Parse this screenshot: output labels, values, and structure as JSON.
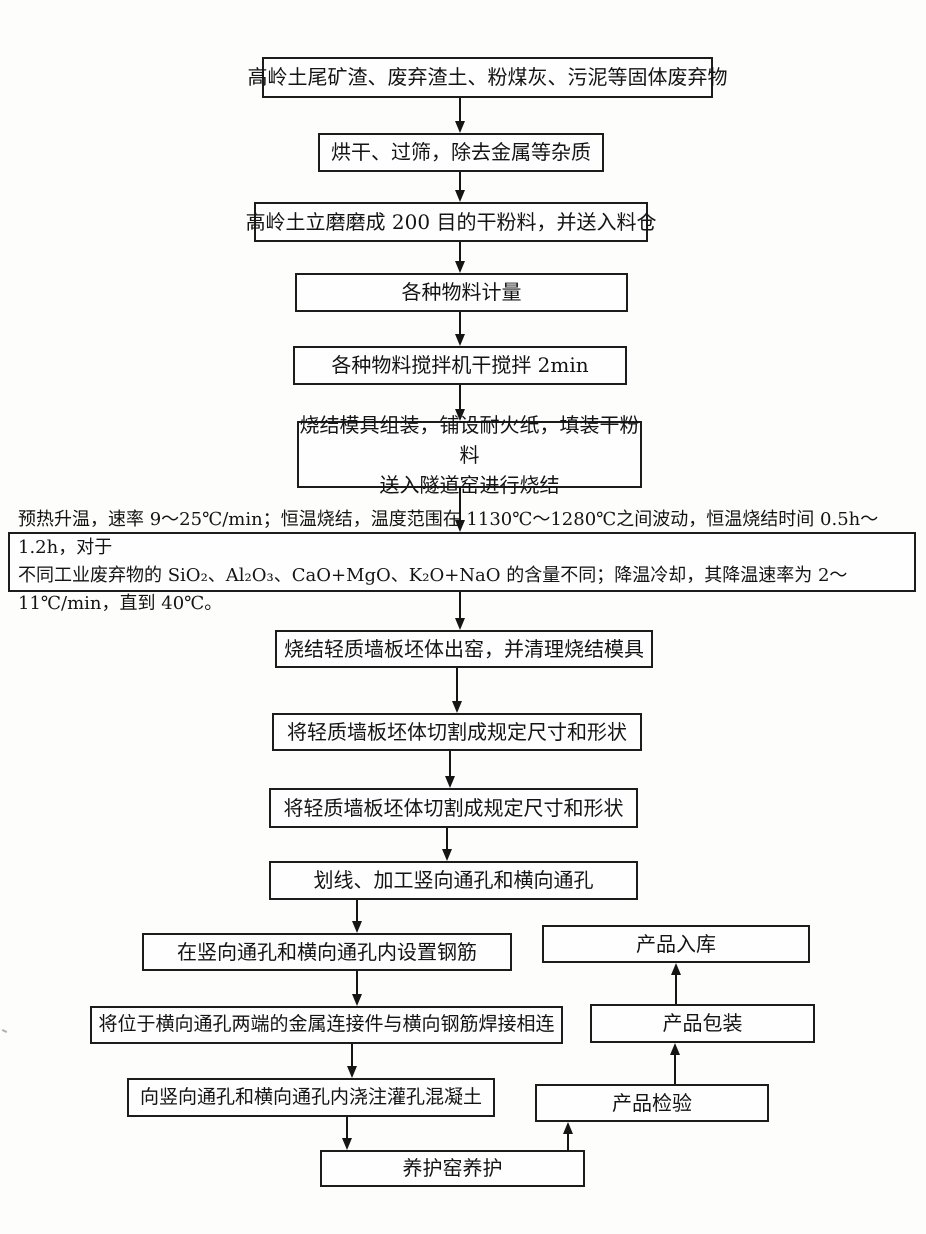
{
  "diagram": {
    "type": "flowchart",
    "language": "zh-CN",
    "colors": {
      "line": "#1c1c1c",
      "background": "#fdfdfc",
      "text": "#141414"
    },
    "nodes": {
      "n1": "高岭土尾矿渣、废弃渣土、粉煤灰、污泥等固体废弃物",
      "n2": "烘干、过筛，除去金属等杂质",
      "n3": "高岭土立磨磨成 200 目的干粉料，并送入料仓",
      "n4": "各种物料计量",
      "n5": "各种物料搅拌机干搅拌 2min",
      "n6": "烧结模具组装，铺设耐火纸，填装干粉料\n送入隧道窑进行烧结",
      "n7": "预热升温，速率 9～25℃/min；恒温烧结，温度范围在 1130℃～1280℃之间波动，恒温烧结时间 0.5h～1.2h，对于\n不同工业废弃物的 SiO₂、Al₂O₃、CaO+MgO、K₂O+NaO 的含量不同；降温冷却，其降温速率为 2～11℃/min，直到 40℃。",
      "n8": "烧结轻质墙板坯体出窑，并清理烧结模具",
      "n9": "将轻质墙板坯体切割成规定尺寸和形状",
      "n10": "将轻质墙板坯体切割成规定尺寸和形状",
      "n11": "划线、加工竖向通孔和横向通孔",
      "n12": "在竖向通孔和横向通孔内设置钢筋",
      "n13": "将位于横向通孔两端的金属连接件与横向钢筋焊接相连",
      "n14": "向竖向通孔和横向通孔内浇注灌孔混凝土",
      "n15": "养护窑养护",
      "n16": "产品检验",
      "n17": "产品包装",
      "n18": "产品入库"
    },
    "edges": [
      [
        "n1",
        "n2"
      ],
      [
        "n2",
        "n3"
      ],
      [
        "n3",
        "n4"
      ],
      [
        "n4",
        "n5"
      ],
      [
        "n5",
        "n6"
      ],
      [
        "n6",
        "n7"
      ],
      [
        "n7",
        "n8"
      ],
      [
        "n8",
        "n9"
      ],
      [
        "n9",
        "n10"
      ],
      [
        "n10",
        "n11"
      ],
      [
        "n11",
        "n12"
      ],
      [
        "n12",
        "n13"
      ],
      [
        "n13",
        "n14"
      ],
      [
        "n14",
        "n15"
      ],
      [
        "n15",
        "n16"
      ],
      [
        "n16",
        "n17"
      ],
      [
        "n17",
        "n18"
      ]
    ]
  }
}
